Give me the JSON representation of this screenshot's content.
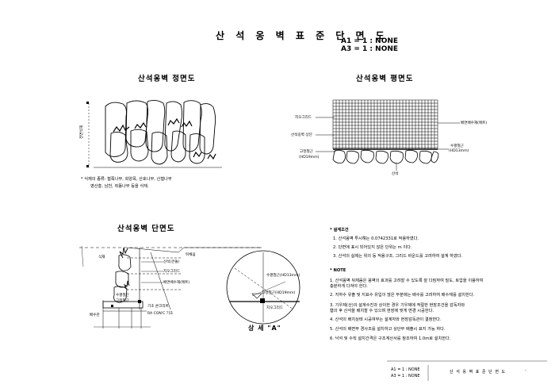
{
  "title": "산 석 옹 벽 표 준 단 면 도",
  "scales": [
    "A1 = 1 : NONE",
    "A3 = 1 : NONE"
  ],
  "front_view": {
    "title": "산석옹벽 정면도",
    "side_label": "전면식재",
    "caption_lines": [
      "* 식재의 종류: 철쭉나무, 회양목, 산호나무, 산철나무",
      "영산홍, 남천, 쥐똥나무 등을 식재."
    ]
  },
  "plan_view": {
    "title": "산석옹벽 평면도",
    "labels": {
      "left_top": "지오그리드",
      "left_mid": "산석옹벽 상단",
      "left_bottom_1": "고정철근",
      "left_bottom_2": "(HD19mm)",
      "right_top": "배면배수재(매트)",
      "right_bottom_1": "수평철근",
      "right_bottom_2": "(HD13mm)",
      "bottom": "산석"
    }
  },
  "section_view": {
    "title": "산석옹벽 단면도",
    "labels": [
      "식재",
      "산석(큰돌)",
      "지오그리드",
      "배면배수재(매트)",
      "뒤채움",
      "수평철근",
      "고정철근",
      "기초 콘크리트",
      "배수관",
      "RA CON'C 기초"
    ]
  },
  "detail_view": {
    "title": "상 세 \"A\"",
    "labels": [
      "수평철근(HD13mm)",
      "고정철근(HD19mm)",
      "지오그리드"
    ]
  },
  "notes": {
    "design_header": "* 설계조건",
    "design": [
      "1. 산석옹벽 투시해는 0.0742331로 적용하였다.",
      "2. 단면에 표시 되어있지 않은 단위는    m 이다.",
      "3. 산석의 실제는 위의 등 적용구조, 그리드 바운드를 고려하여 설계 하였다."
    ],
    "note_header": "* NOTE",
    "note": [
      "1. 산석옹벽 뒤채움은 옹벽의 효과를 고려할 수 있도록 잘 다짐하여 밀도, 토압을 이용하여",
      "    충분하게 다져야 한다.",
      "2. 지하수 유출 및 지표수 유입이 많은 부분에는 배수를 고려하여 배수재를 설치한다.",
      "3. 기우제(산)의 설계수진과 상이한 경우 기우제에 적절한 현장조건을 감독자와",
      "    협의 후 산석을 배치할 수 있으며 현장에 맞게 변경 시공한다.",
      "4. 산석의 배치상태 시공여부는 설계자와 현장감독관이 결정한다.",
      "5. 산석의 배면부 경사조를 설치하고 상단부 배출시 표지 가능 하다.",
      "6. 낙석 및 수직 설치간격은 구조계산서를 참조하여 1.0m로 설치한다."
    ]
  },
  "bottom_block": {
    "scale_a1": "A1 = 1 : NONE",
    "scale_a3": "A3 = 1 : NONE",
    "drawing_name": "산 석 옹 벽 표 준 단 면 도",
    "page_mark": "-"
  }
}
